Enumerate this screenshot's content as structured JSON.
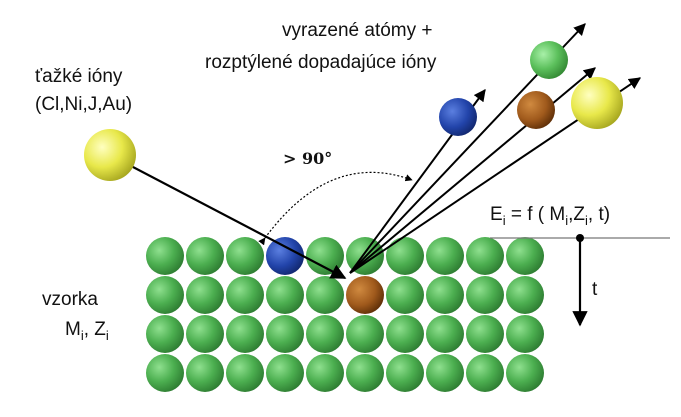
{
  "labels": {
    "heavy_ions_line1": "ťažké ióny",
    "heavy_ions_line2": "(Cl,Ni,J,Au)",
    "ejected_line1": "vyrazené atómy +",
    "ejected_line2": "rozptýlené dopadajúce ióny",
    "angle": "> 90°",
    "energy_prefix": "E",
    "energy_sub": "i",
    "energy_formula_mid": " = f ( M",
    "energy_sub2": "i",
    "energy_formula_z": ",Z",
    "energy_sub3": "i",
    "energy_formula_end": ", t)",
    "t_axis": "t",
    "sample": "vzorka",
    "sample_m": "M",
    "sample_m_sub": "i",
    "sample_z": ", Z",
    "sample_z_sub": "i"
  },
  "colors": {
    "lattice_atom": "#4caf50",
    "incident_ion": "#e8e84a",
    "ejected_blue": "#2244aa",
    "ejected_brown": "#a05a1c",
    "ejected_green": "#5cc05c",
    "ejected_yellow": "#e8e84a",
    "arrow": "#000000"
  }
}
